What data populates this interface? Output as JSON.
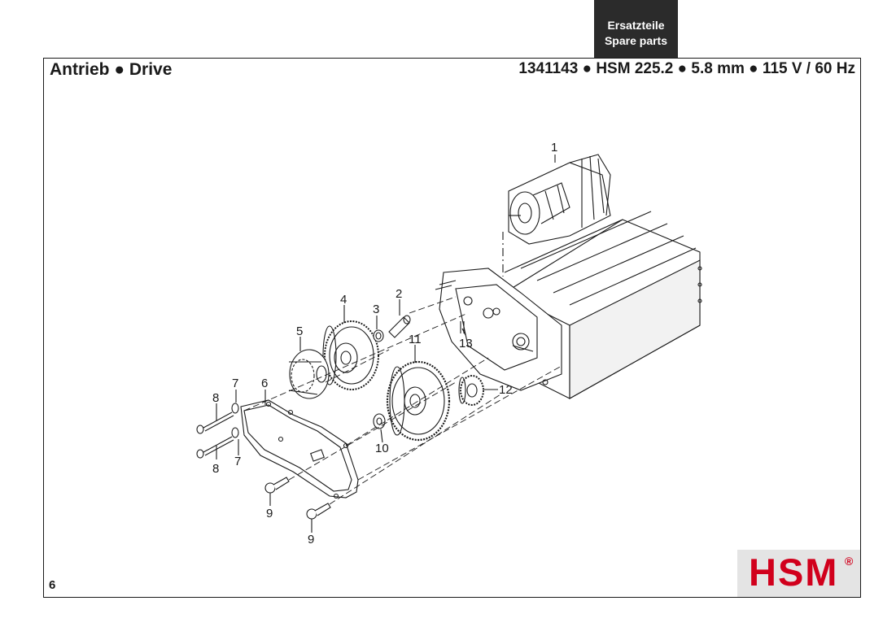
{
  "tab": {
    "line1": "Ersatzteile",
    "line2": "Spare parts"
  },
  "header": {
    "title": "Antrieb ● Drive",
    "model": "1341143 ● HSM 225.2 ● 5.8 mm ● 115 V / 60 Hz"
  },
  "parts": {
    "p1": "1",
    "p2": "2",
    "p3": "3",
    "p4": "4",
    "p5": "5",
    "p6": "6",
    "p7a": "7",
    "p7b": "7",
    "p8a": "8",
    "p8b": "8",
    "p9a": "9",
    "p9b": "9",
    "p10": "10",
    "p11": "11",
    "p12": "12",
    "p13": "13"
  },
  "footer": {
    "page": "6"
  },
  "logo": {
    "text": "HSM",
    "reg": "®",
    "color": "#d1001c"
  }
}
